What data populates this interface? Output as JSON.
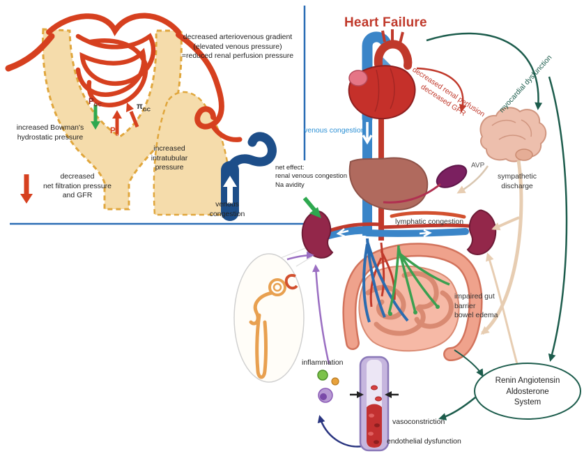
{
  "figure": {
    "title": "Heart Failure"
  },
  "inset": {
    "av_gradient": "decreased arteriovenous gradient\n(elevated venous pressure)\n=reduced renal perfusion pressure",
    "bowmans": "increased Bowman's\nhydrostatic pressure",
    "p_gc": {
      "base": "P",
      "sub": "GC"
    },
    "p_b": {
      "base": "P",
      "sub": "B"
    },
    "pi_gc": {
      "base": "π",
      "sub": "GC"
    },
    "intratubular": "increased\nintratubular\npressure",
    "net_filtration": "decreased\nnet filtration pressure\nand GFR",
    "venous_congestion": "venous\ncongestion"
  },
  "main": {
    "venous_congestion": "venous congestion",
    "decreased_renal_perfusion": "decreased renal perfusion\ndecreased GFR",
    "myocardial_dysfunction": "myocardial dysfunction",
    "avp": "AVP",
    "sympathetic_discharge": "sympathetic\ndischarge",
    "net_effect": "net effect:\nrenal venous congestion\nNa avidity",
    "lymphatic_congestion": "lymphatic congestion",
    "impaired_gut": "impaired gut\nbarrier\nbowel edema",
    "inflammation": "inflammation",
    "vasoconstriction": "vasoconstriction",
    "endothelial_dysfunction": "endothelial dysfunction",
    "raas": "Renin Angiotensin\nAldosterone\nSystem"
  },
  "colors": {
    "heart_red": "#c0392b",
    "vein_blue": "#3a85c8",
    "congestion_blue": "#2a8fd4",
    "dark_green": "#1c5c4c",
    "bright_green": "#2ea84f",
    "purple": "#9a6ec2",
    "navy": "#2a3580",
    "tan": "#e7cdb2",
    "inset_red": "#d6401f",
    "inset_tan": "#f5dcab",
    "inset_vein": "#1d4e89"
  }
}
